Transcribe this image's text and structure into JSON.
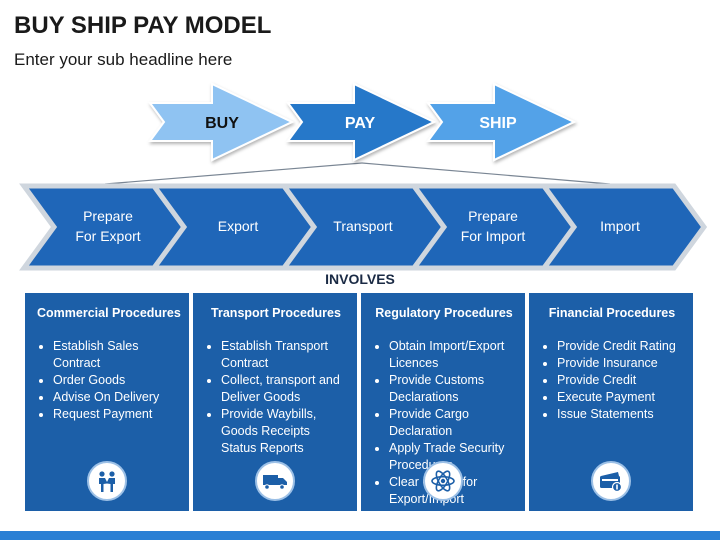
{
  "header": {
    "title": "BUY SHIP PAY MODEL",
    "subtitle": "Enter your sub headline here"
  },
  "top_arrows": [
    {
      "label": "BUY",
      "fill": "#8fc3f2",
      "text_color": "#111111"
    },
    {
      "label": "PAY",
      "fill": "#2878c9",
      "text_color": "#ffffff"
    },
    {
      "label": "SHIP",
      "fill": "#52a2e8",
      "text_color": "#ffffff"
    }
  ],
  "process_steps": [
    {
      "line1": "Prepare",
      "line2": "For Export"
    },
    {
      "line1": "Export",
      "line2": ""
    },
    {
      "line1": "Transport",
      "line2": ""
    },
    {
      "line1": "Prepare",
      "line2": "For Import"
    },
    {
      "line1": "Import",
      "line2": ""
    }
  ],
  "involves_label": "INVOLVES",
  "cards": [
    {
      "title": "Commercial Procedures",
      "items": [
        "Establish Sales Contract",
        "Order Goods",
        "Advise On Delivery",
        "Request Payment"
      ],
      "icon": "handshake-icon"
    },
    {
      "title": "Transport Procedures",
      "items": [
        "Establish Transport Contract",
        "Collect, transport and Deliver Goods",
        "Provide Waybills, Goods Receipts Status Reports"
      ],
      "icon": "truck-icon"
    },
    {
      "title": "Regulatory Procedures",
      "items": [
        "Obtain Import/Export Licences",
        "Provide Customs Declarations",
        "Provide Cargo Declaration",
        "Apply Trade Security Procedures",
        "Clear Goods for Export/Import"
      ],
      "icon": "atom-icon"
    },
    {
      "title": "Financial Procedures",
      "items": [
        "Provide Credit Rating",
        "Provide Insurance",
        "Provide Credit",
        "Execute Payment",
        "Issue Statements"
      ],
      "icon": "payment-card-icon"
    }
  ],
  "colors": {
    "card_fill": "#1c5fa8",
    "chevron_fill": "#1f66b8",
    "chevron_border": "#cfd6de",
    "accent_bar": "#2a7fd4"
  }
}
